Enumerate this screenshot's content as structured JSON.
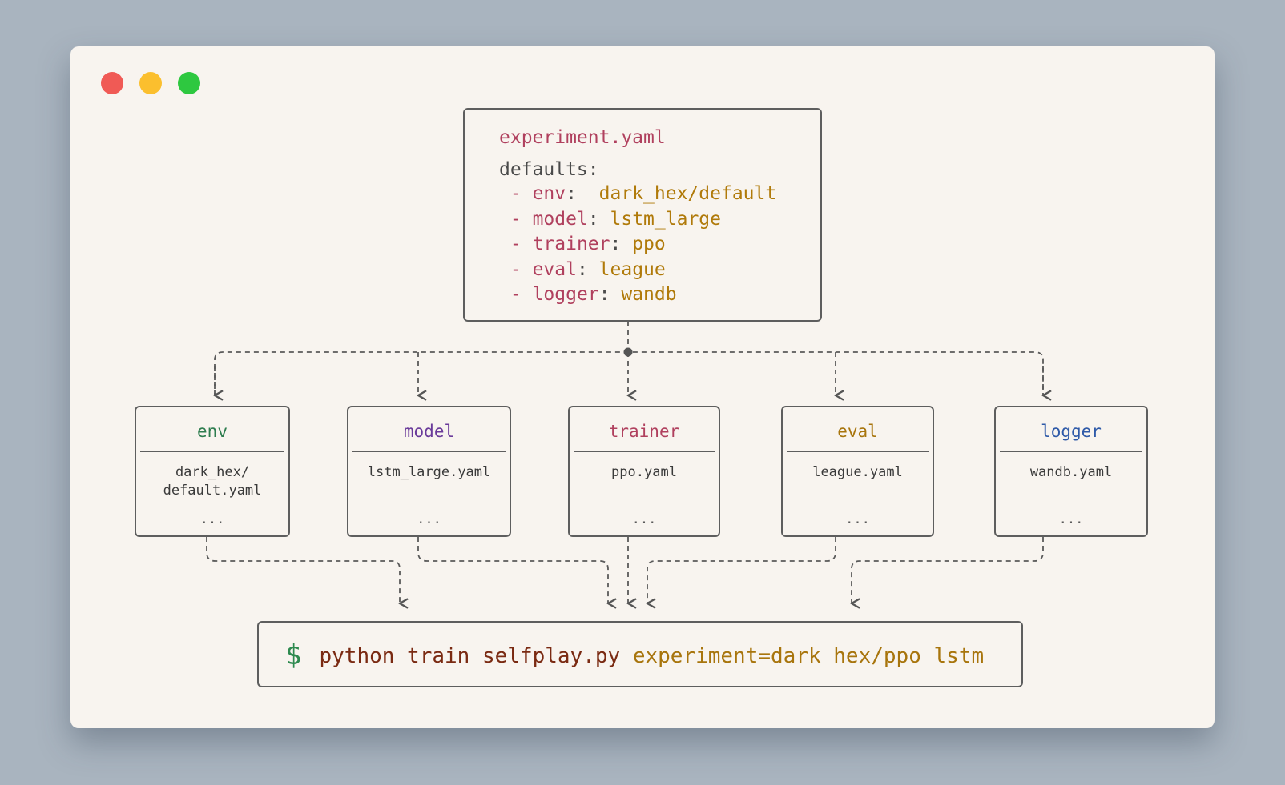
{
  "window": {
    "controls": [
      "close",
      "minimize",
      "maximize"
    ]
  },
  "experiment": {
    "filename": "experiment.yaml",
    "defaults_key": "defaults:",
    "entries": [
      {
        "dash": "- ",
        "key": "env",
        "sep": ":  ",
        "value": "dark_hex/default"
      },
      {
        "dash": "- ",
        "key": "model",
        "sep": ": ",
        "value": "lstm_large"
      },
      {
        "dash": "- ",
        "key": "trainer",
        "sep": ": ",
        "value": "ppo"
      },
      {
        "dash": "- ",
        "key": "eval",
        "sep": ": ",
        "value": "league"
      },
      {
        "dash": "- ",
        "key": "logger",
        "sep": ": ",
        "value": "wandb"
      }
    ]
  },
  "groups": [
    {
      "name": "env",
      "file_line1": "dark_hex/",
      "file_line2": "default.yaml",
      "ellipsis": "...",
      "color": "#2e7d4f"
    },
    {
      "name": "model",
      "file_line1": "lstm_large.yaml",
      "file_line2": "",
      "ellipsis": "...",
      "color": "#6a3a9a"
    },
    {
      "name": "trainer",
      "file_line1": "ppo.yaml",
      "file_line2": "",
      "ellipsis": "...",
      "color": "#b0405e"
    },
    {
      "name": "eval",
      "file_line1": "league.yaml",
      "file_line2": "",
      "ellipsis": "...",
      "color": "#a8750d"
    },
    {
      "name": "logger",
      "file_line1": "wandb.yaml",
      "file_line2": "",
      "ellipsis": "...",
      "color": "#2f5aa8"
    }
  ],
  "command": {
    "prompt": "$",
    "program": "python train_selfplay.py",
    "argument": "experiment=dark_hex/ppo_lstm"
  }
}
